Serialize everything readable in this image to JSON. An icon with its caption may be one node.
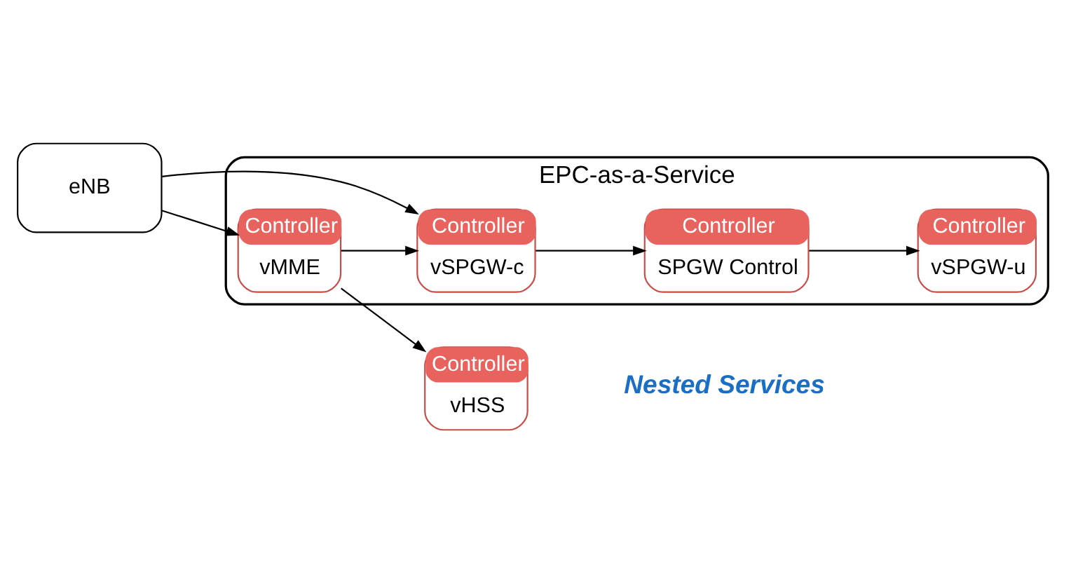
{
  "diagram": {
    "nodes": [
      {
        "text": [
          "eNB"
        ]
      },
      {
        "text": [
          "EPC-as-a-Service"
        ]
      },
      {
        "text": [
          "Controller",
          "vMME"
        ],
        "in": 1
      },
      {
        "text": [
          "Controller",
          "vSPGW-c"
        ],
        "in": 1
      },
      {
        "text": [
          "Controller",
          "SPGW Control"
        ],
        "in": 1
      },
      {
        "text": [
          "Controller",
          "vSPGW-u"
        ],
        "in": 1
      },
      {
        "text": [
          "Controller",
          "vHSS"
        ]
      }
    ],
    "edges": [
      {
        "from": 0,
        "to": 2,
        "arrow": "to"
      },
      {
        "from": 0,
        "to": 3,
        "arrow": "to"
      },
      {
        "from": 2,
        "to": 6,
        "arrow": "to"
      },
      {
        "from": 2,
        "to": 3,
        "arrow": "to"
      },
      {
        "from": 3,
        "to": 4,
        "arrow": "to"
      },
      {
        "from": 4,
        "to": 5,
        "arrow": "to"
      }
    ],
    "labels": [
      "Nested Services"
    ]
  }
}
